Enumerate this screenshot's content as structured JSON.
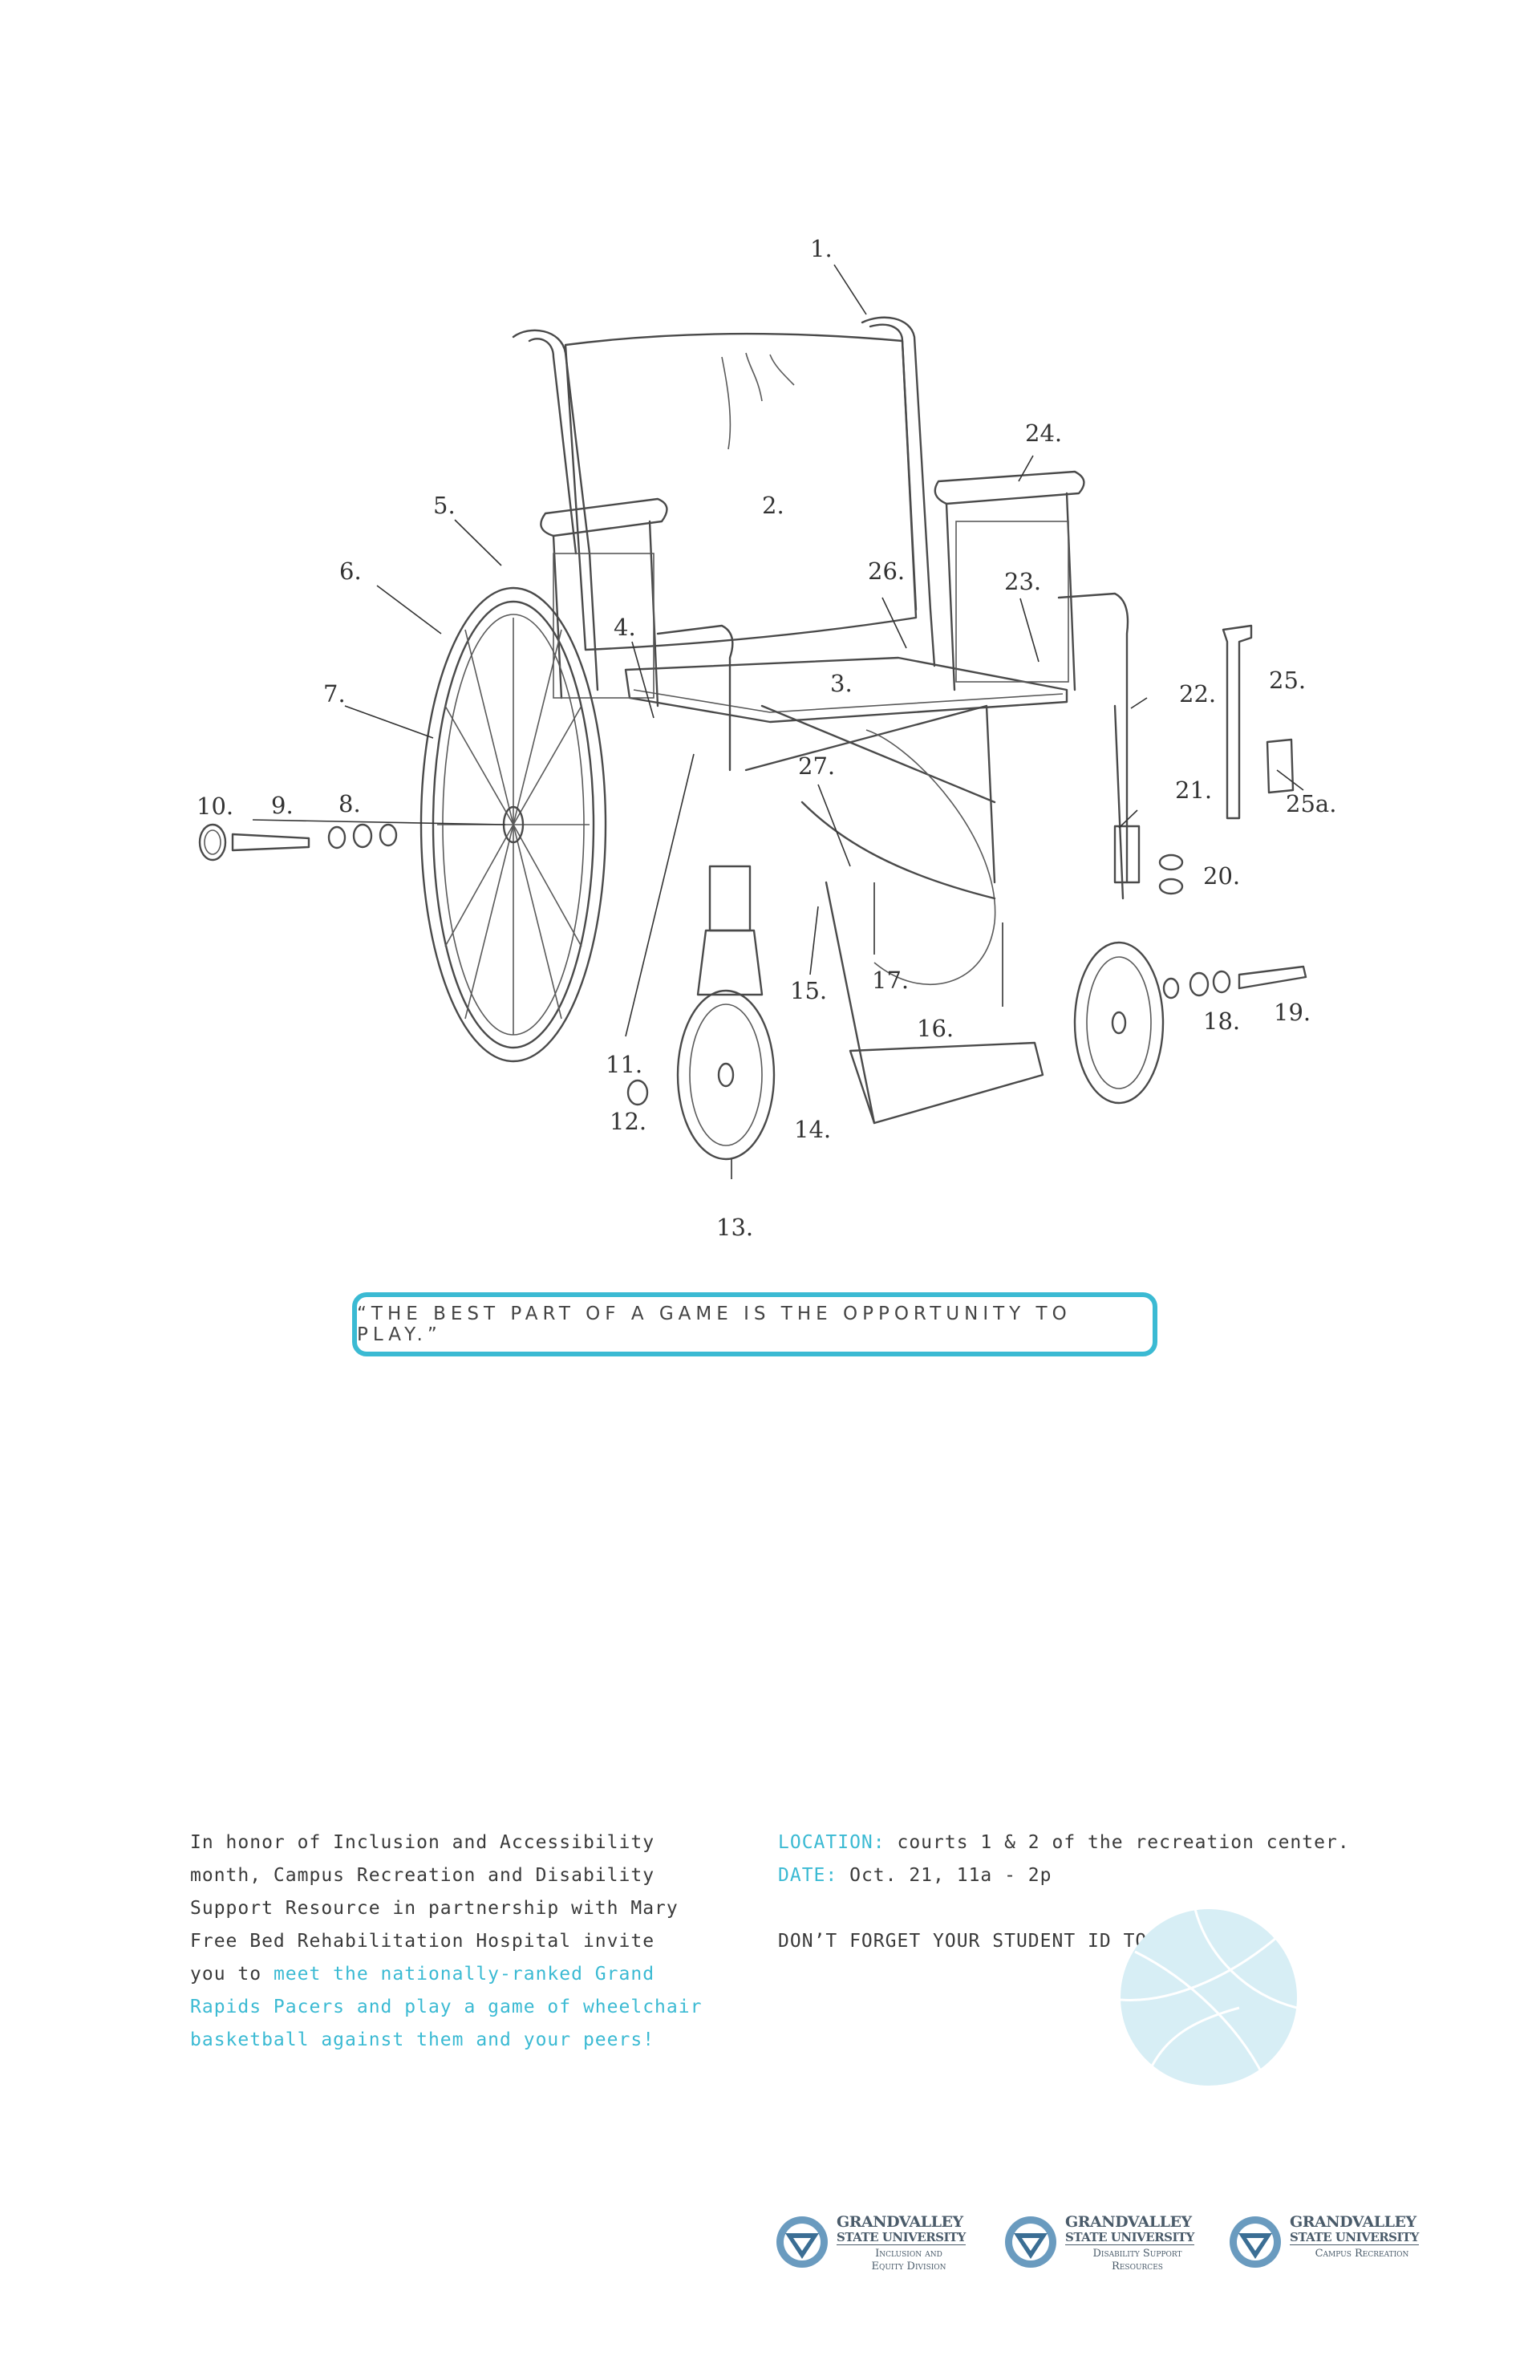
{
  "diagram": {
    "part_labels": [
      "1.",
      "2.",
      "3.",
      "4.",
      "5.",
      "6.",
      "7.",
      "8.",
      "9.",
      "10.",
      "11.",
      "12.",
      "13.",
      "14.",
      "15.",
      "16.",
      "17.",
      "18.",
      "19.",
      "20.",
      "21.",
      "22.",
      "23.",
      "24.",
      "25.",
      "25a.",
      "26.",
      "27."
    ]
  },
  "quote": "“THE BEST PART OF A GAME IS THE OPPORTUNITY TO PLAY.”",
  "body": {
    "lines_plain": [
      "In honor of Inclusion and Accessibility",
      "month, Campus Recreation and Disability",
      "Support Resource in partnership with Mary",
      "Free Bed Rehabilitation Hospital invite"
    ],
    "line5_plain": "you to ",
    "line5_cyan": "meet the nationally-ranked Grand",
    "lines_cyan": [
      "Rapids Pacers and play a game of wheelchair",
      "basketball against them and your peers!"
    ]
  },
  "event": {
    "location_label": "LOCATION:",
    "location_value": " courts 1 & 2 of the recreation center.",
    "date_label": "DATE:",
    "date_value": " Oct. 21, 11a - 2p",
    "reminder": "DON’T FORGET YOUR STUDENT ID TO GET IN!"
  },
  "logos": [
    {
      "name": "GRANDVALLEY",
      "name2": "STATE UNIVERSITY",
      "division_1": "Inclusion and",
      "division_2": "Equity Division"
    },
    {
      "name": "GRANDVALLEY",
      "name2": "STATE UNIVERSITY",
      "division_1": "Disability Support",
      "division_2": "Resources"
    },
    {
      "name": "GRANDVALLEY",
      "name2": "STATE UNIVERSITY",
      "division_1": "Campus Recreation",
      "division_2": ""
    }
  ],
  "colors": {
    "accent": "#3bbad3",
    "text": "#3a3a3a",
    "logo": "#4a5b6a"
  }
}
